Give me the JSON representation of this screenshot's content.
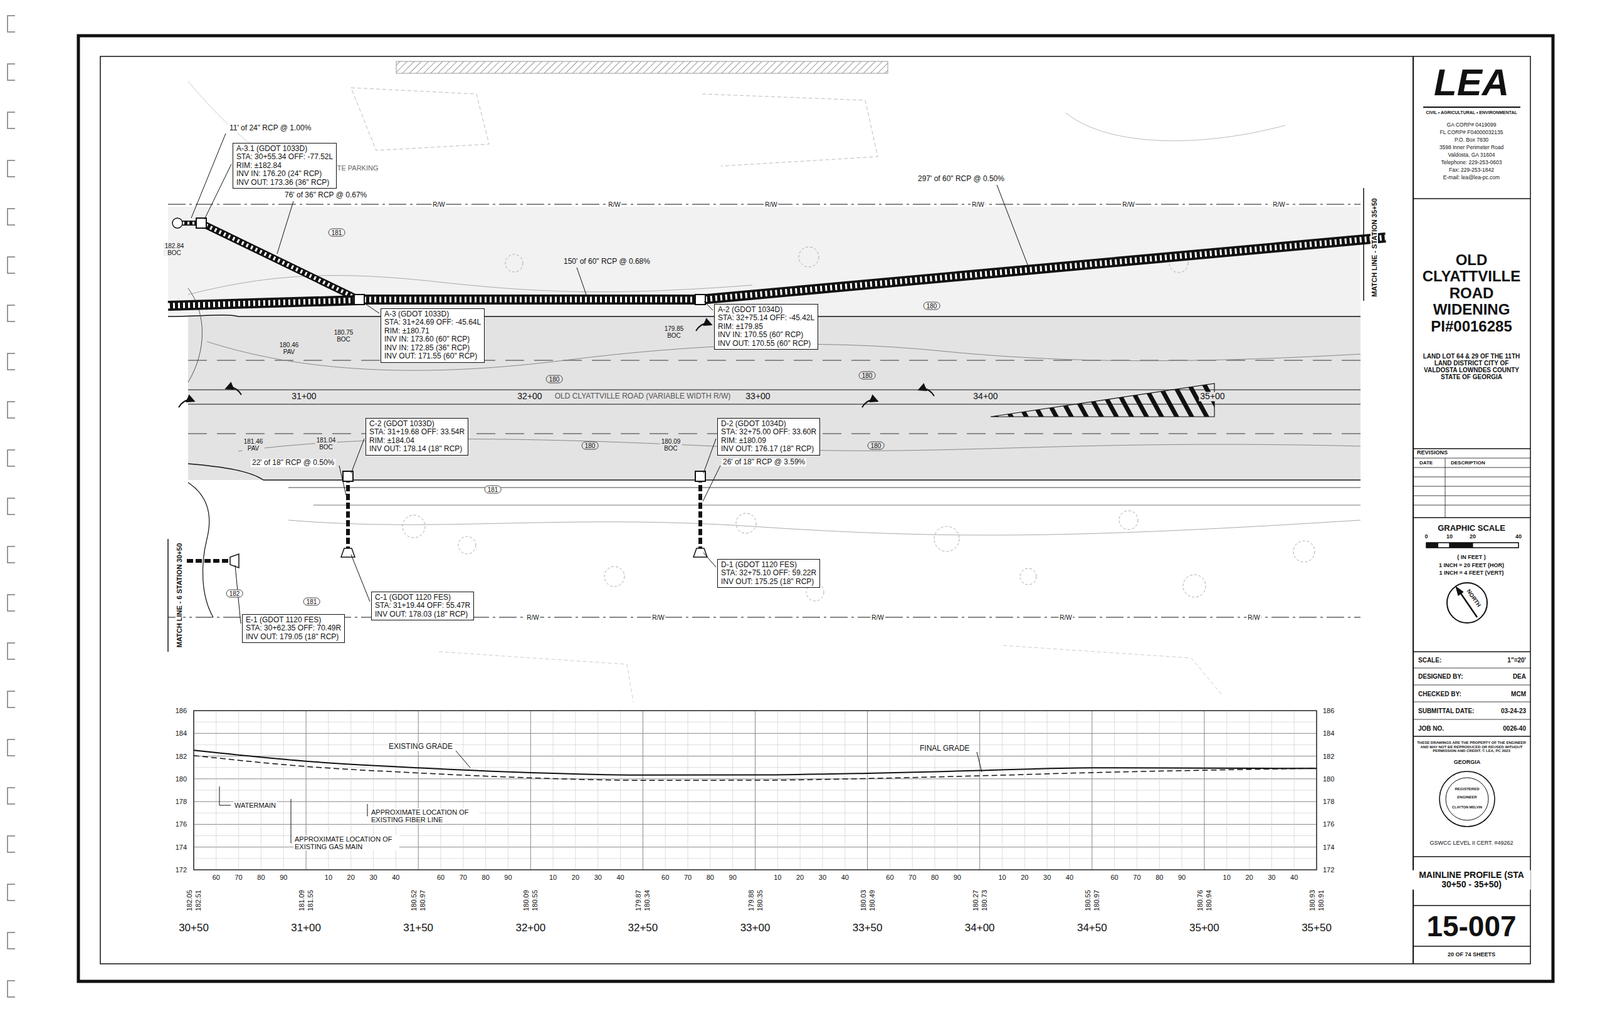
{
  "diagram": {
    "title": "OLD CLYATTVILLE ROAD WIDENING PI#0016285",
    "nodes": [
      {
        "text": [
          "A-3.1 (GDOT 1033D)",
          "STA: 30+55.34  OFF: -77.52L",
          "RIM: ±182.84",
          "INV IN: 176.20 (24\" RCP)",
          "INV OUT: 173.36 (36\" RCP)"
        ]
      },
      {
        "text": [
          "A-3 (GDOT 1033D)",
          "STA: 31+24.69  OFF: -45.64L",
          "RIM: ±180.71",
          "INV IN: 173.60 (60\" RCP)",
          "INV IN: 172.85 (36\" RCP)",
          "INV OUT: 171.55 (60\" RCP)"
        ]
      },
      {
        "text": [
          "A-2 (GDOT 1034D)",
          "STA: 32+75.14  OFF: -45.42L",
          "RIM: ±179.85",
          "INV IN: 170.55 (60\" RCP)",
          "INV OUT: 170.55 (60\" RCP)"
        ]
      },
      {
        "text": [
          "C-2 (GDOT 1033D)",
          "STA: 31+19.68  OFF: 33.54R",
          "RIM: ±184.04",
          "INV OUT: 178.14 (18\" RCP)"
        ]
      },
      {
        "text": [
          "D-2 (GDOT 1034D)",
          "STA: 32+75.00  OFF: 33.60R",
          "RIM: ±180.09",
          "INV OUT: 176.17 (18\" RCP)"
        ]
      },
      {
        "text": [
          "D-1 (GDOT 1120 FES)",
          "STA: 32+75.10  OFF: 59.22R",
          "INV OUT: 175.25 (18\" RCP)"
        ]
      },
      {
        "text": [
          "C-1 (GDOT 1120 FES)",
          "STA: 31+19.44  OFF: 55.47R",
          "INV OUT: 178.03 (18\" RCP)"
        ]
      },
      {
        "text": [
          "E-1 (GDOT 1120 FES)",
          "STA: 30+62.35  OFF: 70.49R",
          "INV OUT: 179.05 (18\" RCP)"
        ]
      }
    ],
    "labels": [
      "11' of 24\" RCP @ 1.00%",
      "76' of 36\" RCP @ 0.67%",
      "150' of 60\" RCP @ 0.68%",
      "297' of 60\" RCP @ 0.50%",
      "22' of 18\" RCP @ 0.50%",
      "26' of 18\" RCP @ 3.59%",
      "31+00",
      "32+00",
      "33+00",
      "34+00",
      "35+00",
      "OLD CLYATTVILLE ROAD (VARIABLE WIDTH R/W)",
      "MATCH LINE - STATION 35+50",
      "MATCH LINE - 6 STATION 30+50",
      "182.84 BOC",
      "180.46 PAV",
      "180.75 BOC",
      "179.85 BOC",
      "181.46 PAV",
      "181.04 BOC",
      "180.09 BOC",
      "R/W",
      "R/W",
      "R/W",
      "R/W",
      "R/W",
      "R/W",
      "R/W",
      "R/W",
      "R/W",
      "R/W",
      "R/W",
      "181",
      "180",
      "180",
      "180",
      "180",
      "180",
      "181",
      "182",
      "181",
      "CONCRETE PARKING",
      "EXISTING GRADE",
      "FINAL GRADE",
      "WATERMAIN",
      "APPROXIMATE LOCATION OF EXISTING FIBER LINE",
      "APPROXIMATE LOCATION OF EXISTING GAS MAIN",
      "186",
      "184",
      "182",
      "180",
      "178",
      "176",
      "174",
      "172",
      "186",
      "184",
      "182",
      "180",
      "178",
      "176",
      "174",
      "172",
      "60",
      "70",
      "80",
      "90",
      "10",
      "20",
      "30",
      "40",
      "60",
      "70",
      "80",
      "90",
      "10",
      "20",
      "30",
      "40",
      "60",
      "70",
      "80",
      "90",
      "10",
      "20",
      "30",
      "40",
      "60",
      "70",
      "80",
      "90",
      "10",
      "20",
      "30",
      "40",
      "60",
      "70",
      "80",
      "90",
      "10",
      "20",
      "30",
      "40",
      "182.05",
      "182.51",
      "181.09",
      "181.55",
      "180.52",
      "180.97",
      "180.09",
      "180.55",
      "179.87",
      "180.34",
      "179.88",
      "180.35",
      "180.03",
      "180.49",
      "180.27",
      "180.73",
      "180.55",
      "180.97",
      "180.76",
      "180.94",
      "180.93",
      "180.91",
      "30+50",
      "31+00",
      "31+50",
      "32+00",
      "32+50",
      "33+00",
      "33+50",
      "34+00",
      "34+50",
      "35+00",
      "35+50",
      "LEA",
      "CIVIL • AGRICULTURAL • ENVIRONMENTAL",
      "GA CORP# 0419099",
      "FL CORP# F04000032135",
      "P.O. Box 7830",
      "3598 Inner Perimeter Road",
      "Valdosta, GA 31604",
      "Telephone: 229-253-0603",
      "Fax: 229-253-1842",
      "E-mail: lea@lea-pc.com",
      "LAND LOT 64 & 29 OF THE 11TH LAND DISTRICT CITY OF VALDOSTA LOWNDES COUNTY STATE OF GEORGIA",
      "REVISIONS",
      "DATE",
      "DESCRIPTION",
      "GRAPHIC SCALE",
      "0",
      "10",
      "20",
      "40",
      "( IN FEET )",
      "1 INCH = 20 FEET (HOR)",
      "1 INCH = 4 FEET (VERT)",
      "NORTH",
      "SCALE:",
      "1\"=20'",
      "DESIGNED BY:",
      "DEA",
      "CHECKED BY:",
      "MCM",
      "SUBMITTAL DATE:",
      "03-24-23",
      "JOB NO.",
      "0026-40",
      "THESE DRAWINGS ARE THE PROPERTY OF THE ENGINEER AND MAY NOT BE REPRODUCED OR REUSED WITHOUT PERMISSION AND CREDIT. © LEA, PC 2023",
      "GEORGIA",
      "REGISTERED",
      "ENGINEER",
      "CLAYTON MELVIN",
      "GSWCC LEVEL II CERT. #49262",
      "MAINLINE PROFILE (STA 30+50 - 35+50)",
      "15-007",
      "20 OF 74 SHEETS"
    ]
  }
}
